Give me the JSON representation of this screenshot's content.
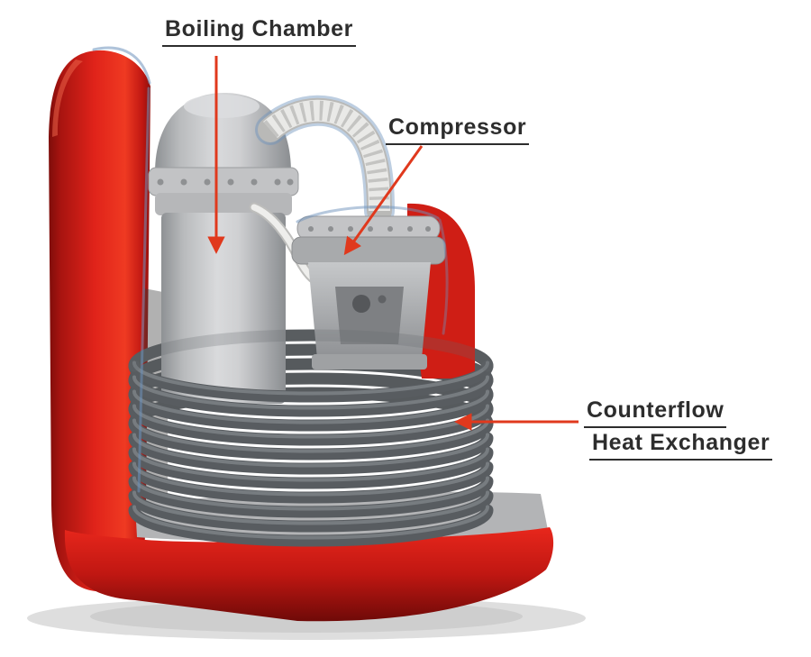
{
  "diagram": {
    "labels": {
      "boiling_chamber": "Boiling Chamber",
      "compressor": "Compressor",
      "counterflow_line1": "Counterflow",
      "counterflow_line2": "Heat Exchanger"
    },
    "colors": {
      "arrow_red": "#e0391d",
      "shell_red": "#d71d15",
      "base_red": "#b01410",
      "metal_gray": "#c6c8ca",
      "coil_gray": "#5d6164",
      "hose_white": "#e9e9e7",
      "cut_edge_blue": "#6d92bc",
      "label_text": "#2d2d2d",
      "background": "#ffffff"
    }
  }
}
